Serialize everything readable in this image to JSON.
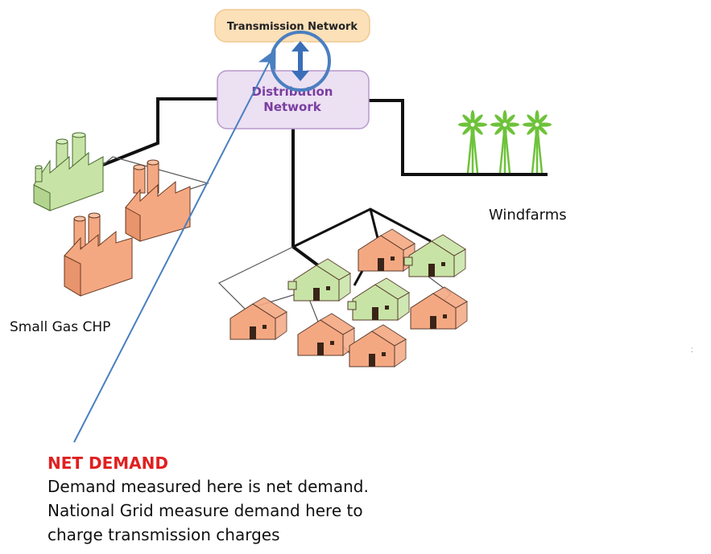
{
  "diagram": {
    "transmission_label": "Transmission Network",
    "distribution_label_line1": "Distribution",
    "distribution_label_line2": "Network",
    "windfarms_label": "Windfarms",
    "chp_label": "Small Gas CHP",
    "stray_mark": ":"
  },
  "callout": {
    "title": "NET DEMAND",
    "lines": [
      "Demand measured here is net demand.",
      "National Grid measure demand here to",
      "charge transmission charges"
    ]
  },
  "colors": {
    "transmission_fill": "#fce0b8",
    "distribution_fill": "#ece0f3",
    "distribution_text": "#7a3ea0",
    "orange_building": "#f4a882",
    "green_building": "#c7e4a6",
    "turbine_green": "#6ec23a",
    "arrow_blue": "#4a7fc0",
    "callout_red": "#e02020"
  },
  "icons": {
    "wind_turbine": "wind-turbine-icon",
    "factory": "factory-icon",
    "house": "house-icon",
    "bidirectional_arrow": "up-down-arrow-icon"
  }
}
